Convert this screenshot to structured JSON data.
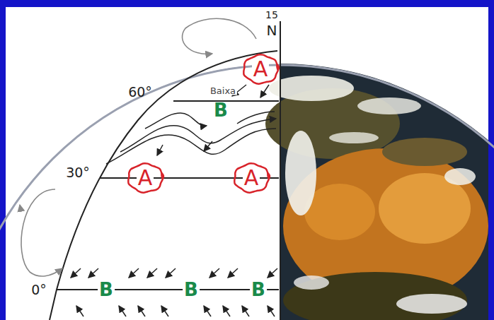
{
  "diagram": {
    "nodes": [
      {
        "text": [
          "A"
        ]
      },
      {
        "text": [
          "A"
        ]
      },
      {
        "text": [
          "A"
        ]
      }
    ],
    "labels": [
      "15",
      "N",
      "60°",
      "30°",
      "0°",
      "Baixa",
      "B",
      "B",
      "B",
      "B"
    ]
  }
}
